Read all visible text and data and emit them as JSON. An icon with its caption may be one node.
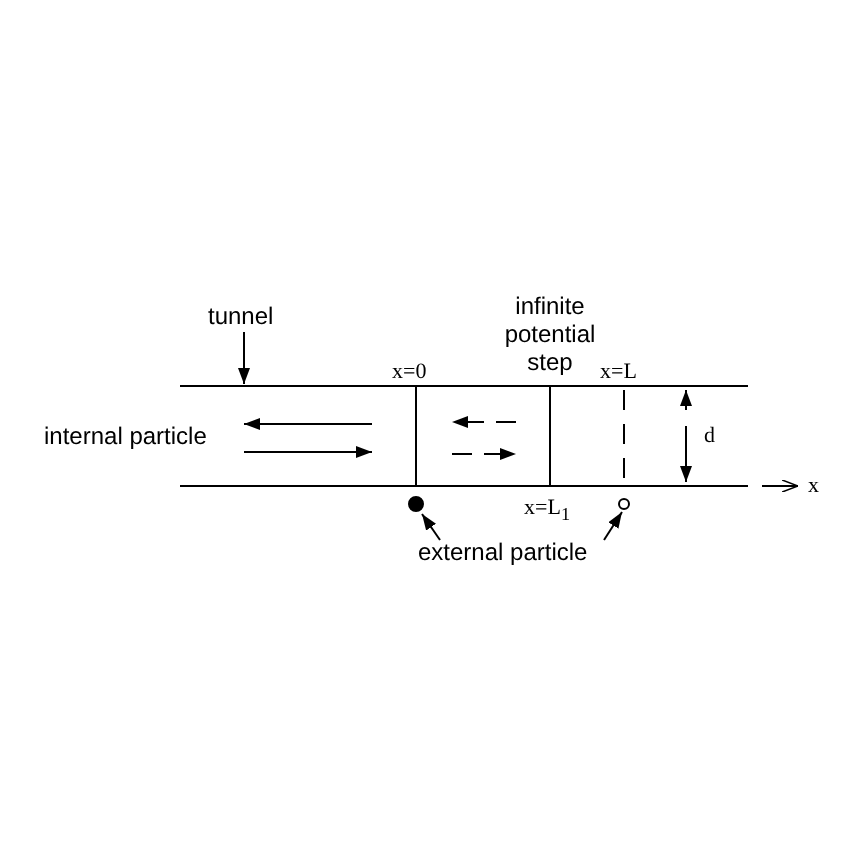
{
  "diagram": {
    "nodes": [
      {
        "text": [
          "tunnel"
        ]
      },
      {
        "text": [],
        "shape": "box"
      },
      {
        "text": [
          "external particle"
        ]
      },
      {
        "text": [],
        "shape": "circle"
      },
      {
        "text": [],
        "shape": "circle"
      }
    ],
    "edges": [
      {
        "from": 0,
        "to": 1,
        "arrow": "to"
      },
      {
        "from": 2,
        "to": 3,
        "arrow": "to"
      },
      {
        "from": 2,
        "to": 4,
        "arrow": "to"
      }
    ],
    "labels": [
      "infinite potential step",
      "x=0",
      "x=L",
      "internal particle",
      "d",
      "x=L$_{1}$",
      "x"
    ]
  }
}
